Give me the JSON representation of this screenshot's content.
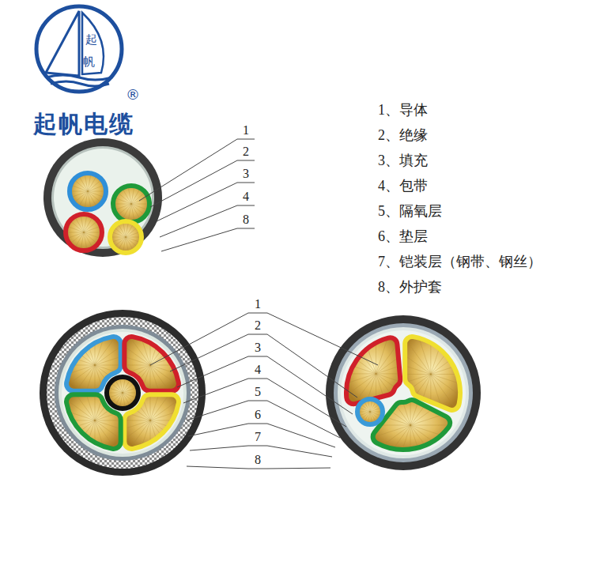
{
  "diagram": {
    "labels": [
      "起",
      "帆",
      "®",
      "起帆电缆",
      "1、导体",
      "2、绝缘",
      "3、填充",
      "4、包带",
      "5、隔氧层",
      "6、垫层",
      "7、铠装层（钢带、钢丝）",
      "8、外护套",
      "1",
      "2",
      "3",
      "4",
      "8",
      "1",
      "2",
      "3",
      "4",
      "5",
      "6",
      "7",
      "8"
    ]
  }
}
